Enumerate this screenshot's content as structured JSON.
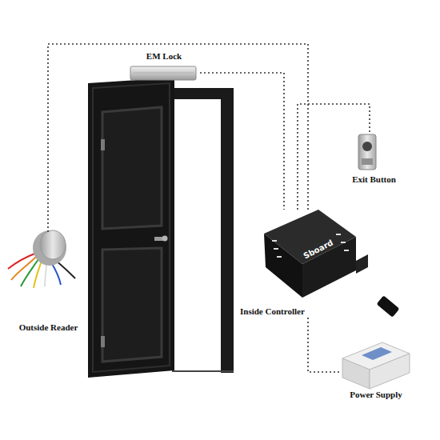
{
  "diagram": {
    "nodes": [
      {
        "text": [
          "EM Lock"
        ]
      },
      {
        "text": [
          "Exit Button"
        ]
      },
      {
        "text": [
          "Inside Controller"
        ]
      },
      {
        "text": [
          "Outside Reader"
        ]
      },
      {
        "text": [
          "Power Supply"
        ]
      }
    ],
    "edges": [
      {
        "from": 0,
        "to": 2,
        "arrow": "none"
      },
      {
        "from": 1,
        "to": 2,
        "arrow": "none"
      },
      {
        "from": 3,
        "to": 2,
        "arrow": "none"
      },
      {
        "from": 2,
        "to": 4,
        "arrow": "none"
      }
    ],
    "labels": [
      "Sboard"
    ]
  }
}
